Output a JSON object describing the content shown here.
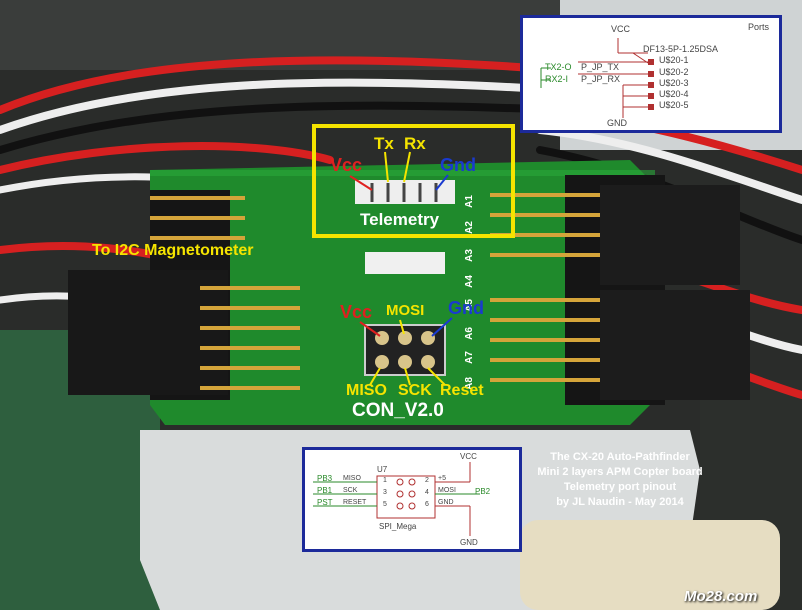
{
  "colors": {
    "pcb_green": "#1f8a2c",
    "annotation_yellow": "#f5e400",
    "annotation_red": "#e02020",
    "annotation_blue": "#1a3ad0",
    "schematic_frame": "#1c2a9a",
    "white_label": "#ffffff"
  },
  "annotations": {
    "tx": "Tx",
    "rx": "Rx",
    "vcc_top": "Vcc",
    "gnd_top": "Gnd",
    "telemetry": "Telemetry",
    "magnetometer": "To I2C Magnetometer",
    "vcc_isp": "Vcc",
    "mosi": "MOSI",
    "gnd_isp": "Gnd",
    "miso": "MISO",
    "sck": "SCK",
    "reset": "Reset",
    "board_name": "CON_V2.0"
  },
  "pcb_pin_labels": [
    "A1",
    "A2",
    "A3",
    "A4",
    "A5",
    "A6",
    "A7",
    "A8"
  ],
  "schematic_top": {
    "vcc": "VCC",
    "ports": "Ports",
    "connector": "DF13-5P-1.25DSA",
    "net_tx": "TX2-O",
    "net_rx": "RX2-I",
    "pin_tx": "P_JP_TX",
    "pin_rx": "P_JP_RX",
    "pins": [
      "U$20-1",
      "U$20-2",
      "U$20-3",
      "U$20-4",
      "U$20-5"
    ],
    "gnd": "GND"
  },
  "schematic_bottom": {
    "vcc": "VCC",
    "part": "U7",
    "left_nets": [
      "PB3",
      "PB1",
      "PST"
    ],
    "left_pins": [
      "MISO",
      "SCK",
      "RESET"
    ],
    "left_nums": [
      "1",
      "3",
      "5"
    ],
    "right_nums": [
      "2",
      "4",
      "6"
    ],
    "right_pins": [
      "+5",
      "MOSI",
      "GND"
    ],
    "right_net": "PB2",
    "footprint": "SPI_Mega",
    "gnd": "GND"
  },
  "caption": {
    "line1": "The CX-20 Auto-Pathfinder",
    "line2": "Mini 2 layers APM Copter board",
    "line3": "Telemetry port pinout",
    "line4": "by JL Naudin - May 2014"
  },
  "watermark": "Mo28.com"
}
